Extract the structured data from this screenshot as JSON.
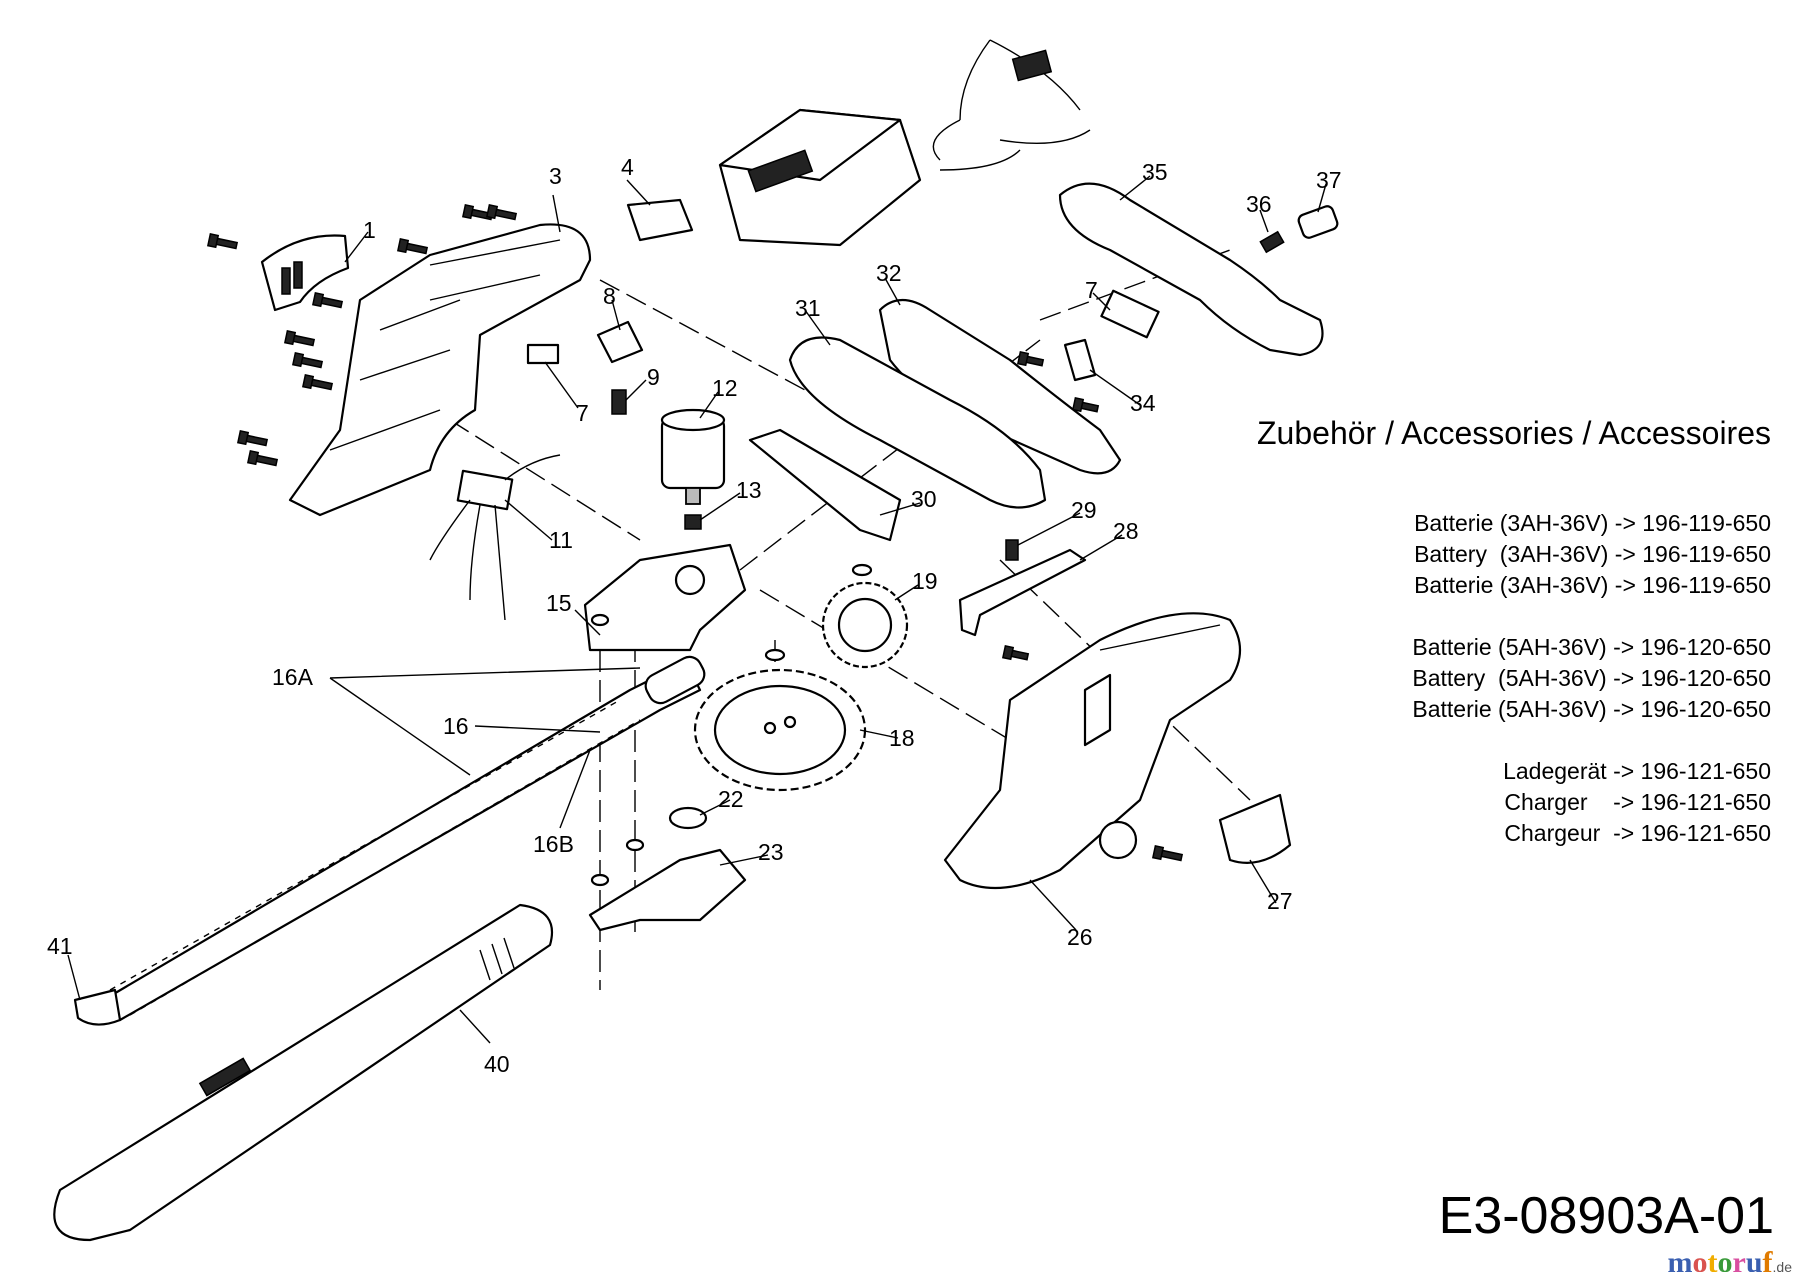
{
  "diagram": {
    "callouts": [
      "1",
      "3",
      "4",
      "8",
      "9",
      "12",
      "7",
      "13",
      "11",
      "15",
      "16A",
      "16",
      "16B",
      "41",
      "40",
      "22",
      "23",
      "18",
      "19",
      "30",
      "31",
      "32",
      "29",
      "28",
      "26",
      "27",
      "7",
      "34",
      "35",
      "36",
      "37"
    ]
  },
  "accessories": {
    "title": "Zubehör / Accessories / Accessoires",
    "items": [
      "Batterie (3AH-36V) -> 196-119-650",
      "Battery  (3AH-36V) -> 196-119-650",
      "Batterie (3AH-36V) -> 196-119-650",
      "Batterie (5AH-36V) -> 196-120-650",
      "Battery  (5AH-36V) -> 196-120-650",
      "Batterie (5AH-36V) -> 196-120-650",
      "Ladegerät -> 196-121-650",
      "Charger    -> 196-121-650",
      "Chargeur  -> 196-121-650"
    ]
  },
  "drawing_code": "E3-08903A-01",
  "watermark": {
    "name": "motoruf",
    "tld": ".de",
    "colors": [
      "#3a5fb0",
      "#d9534f",
      "#f0ad00",
      "#3a9a3a",
      "#d94fa0",
      "#3a5fb0",
      "#e07b00"
    ]
  }
}
